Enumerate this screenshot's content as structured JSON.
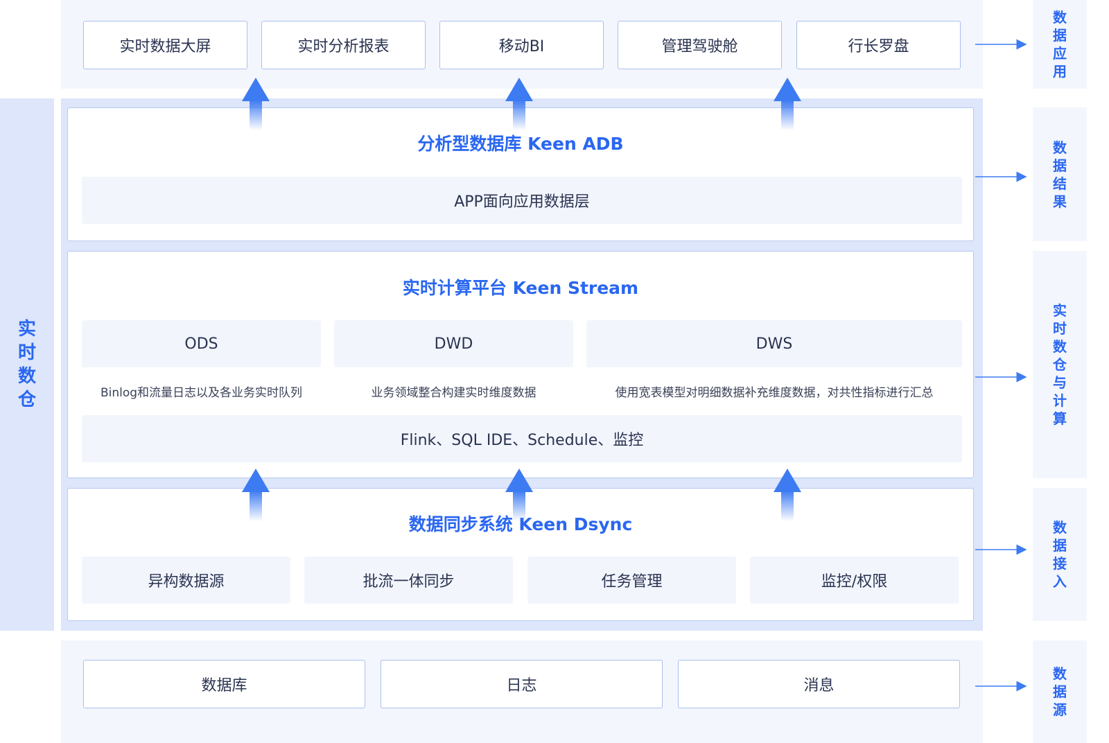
{
  "top_apps": [
    "实时数据大屏",
    "实时分析报表",
    "移动BI",
    "管理驾驶舱",
    "行长罗盘"
  ],
  "left_label": "实时数仓",
  "right_labels": {
    "app": "数据应用",
    "result": "数据结果",
    "compute": "实时数仓与计算",
    "ingest": "数据接入",
    "source": "数据源"
  },
  "adb": {
    "title": "分析型数据库 Keen ADB",
    "layer": "APP面向应用数据层"
  },
  "stream": {
    "title": "实时计算平台 Keen Stream",
    "layers": [
      {
        "name": "ODS",
        "desc": "Binlog和流量日志以及各业务实时队列"
      },
      {
        "name": "DWD",
        "desc": "业务领域整合构建实时维度数据"
      },
      {
        "name": "DWS",
        "desc": "使用宽表模型对明细数据补充维度数据，对共性指标进行汇总"
      }
    ],
    "tools": "Flink、SQL IDE、Schedule、监控"
  },
  "dsync": {
    "title": "数据同步系统 Keen Dsync",
    "items": [
      "异构数据源",
      "批流一体同步",
      "任务管理",
      "监控/权限"
    ]
  },
  "sources": [
    "数据库",
    "日志",
    "消息"
  ],
  "colors": {
    "accent": "#2a67f0",
    "arrow": "#3d7bf2",
    "border": "#b6c9f0"
  }
}
